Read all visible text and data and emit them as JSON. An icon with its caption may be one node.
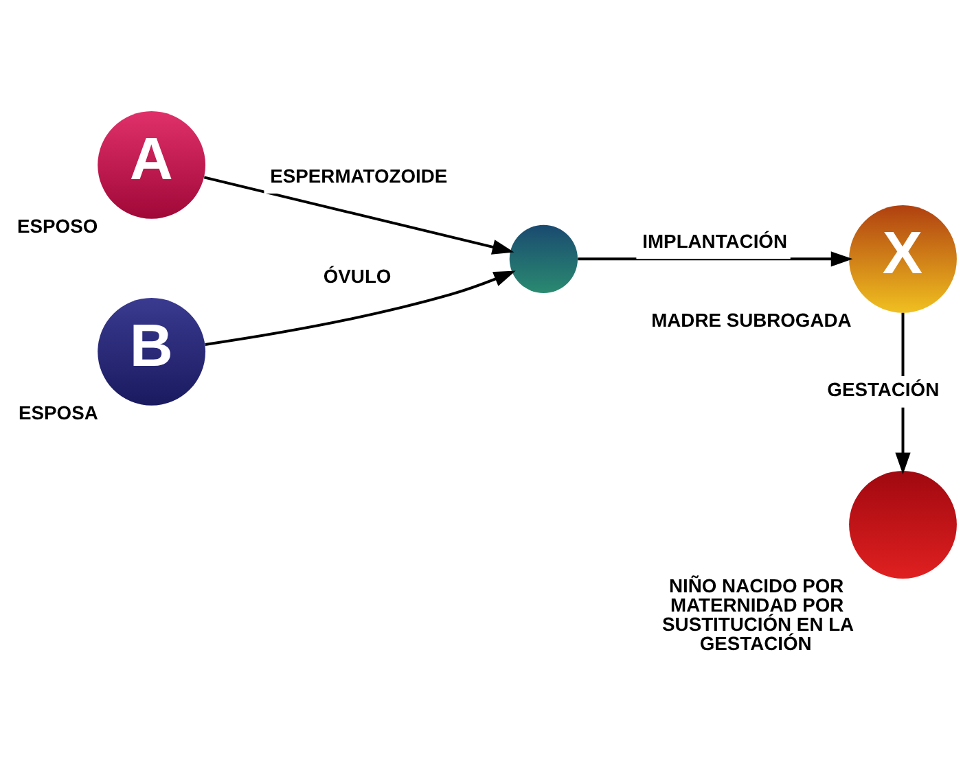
{
  "diagram": {
    "nodes": [
      {
        "text": [
          "A"
        ],
        "beside": [
          "ESPOSO"
        ]
      },
      {
        "text": [
          "B"
        ],
        "beside": [
          "ESPOSA"
        ]
      },
      {
        "text": [],
        "shape": "circle"
      },
      {
        "text": [
          "X"
        ],
        "beside": [
          "MADRE SUBROGADA"
        ]
      },
      {
        "text": [],
        "shape": "circle",
        "beside": [
          "NIÑO NACIDO POR MATERNIDAD POR SUSTITUCIÓN EN LA GESTACIÓN"
        ]
      }
    ],
    "edges": [
      {
        "from": 0,
        "to": 2,
        "arrow": "to",
        "label": "ESPERMATOZOIDE"
      },
      {
        "from": 1,
        "to": 2,
        "arrow": "to",
        "label": "ÓVULO"
      },
      {
        "from": 2,
        "to": 3,
        "arrow": "to",
        "label": "IMPLANTACIÓN"
      },
      {
        "from": 3,
        "to": 4,
        "arrow": "to",
        "label": "GESTACIÓN"
      }
    ]
  }
}
